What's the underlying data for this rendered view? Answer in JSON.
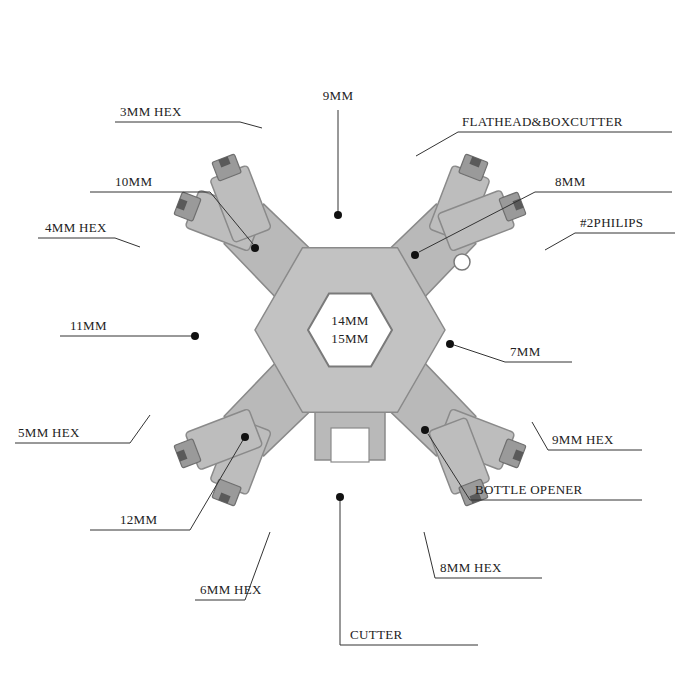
{
  "diagram": {
    "labels": [
      "3MM HEX",
      "9MM",
      "FLATHEAD&BOXCUTTER",
      "10MM",
      "8MM",
      "4MM HEX",
      "#2PHILIPS",
      "11MM",
      "14MM",
      "15MM",
      "7MM",
      "5MM HEX",
      "9MM HEX",
      "BOTTLE OPENER",
      "12MM",
      "6MM HEX",
      "8MM HEX",
      "CUTTER"
    ]
  }
}
